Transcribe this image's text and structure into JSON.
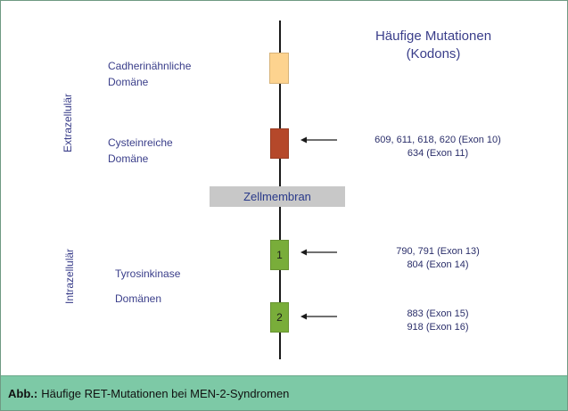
{
  "heading": [
    "Häufige Mutationen",
    "(Kodons)"
  ],
  "regions": {
    "extracellular": "Extrazellulär",
    "intracellular": "Intrazellulär"
  },
  "domains": {
    "cadherin": [
      "Cadherinähnliche",
      "Domäne"
    ],
    "cysteine": [
      "Cysteinreiche",
      "Domäne"
    ],
    "tyrosine_1": "Tyrosinkinase",
    "tyrosine_2": "Domänen"
  },
  "membrane_label": "Zellmembran",
  "kinase_boxes": [
    "1",
    "2"
  ],
  "mutations": {
    "cysteine": [
      "609, 611, 618, 620 (Exon 10)",
      "634 (Exon 11)"
    ],
    "kinase_1": [
      "790, 791 (Exon 13)",
      "804 (Exon 14)"
    ],
    "kinase_2": [
      "883 (Exon 15)",
      "918 (Exon 16)"
    ]
  },
  "caption": {
    "prefix": "Abb.:",
    "text": "Häufige RET-Mutationen bei MEN-2-Syndromen"
  },
  "colors": {
    "cadherin_box": "#fdd38f",
    "cysteine_box": "#b5482a",
    "kinase_box": "#79ad3a",
    "caption_bg": "#7dc9a6",
    "text_blue": "#3a3e8a"
  }
}
